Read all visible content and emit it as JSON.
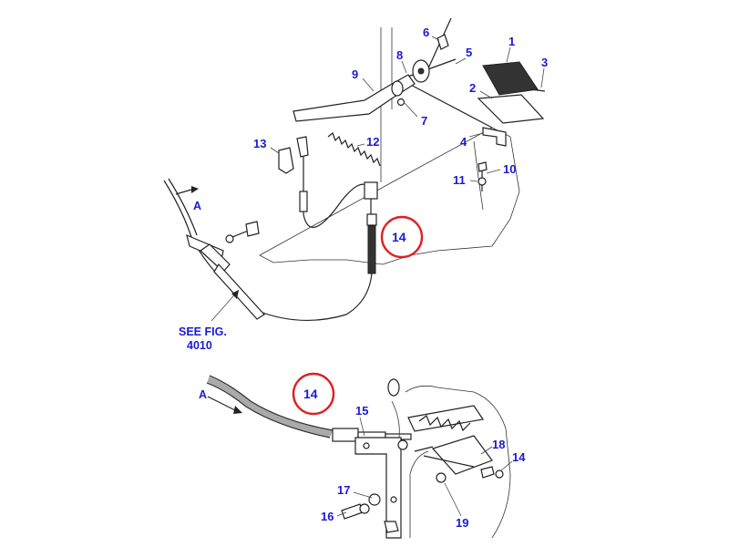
{
  "callouts": {
    "c1": "1",
    "c2": "2",
    "c3": "3",
    "c4": "4",
    "c5": "5",
    "c6": "6",
    "c7": "7",
    "c8": "8",
    "c9": "9",
    "c10": "10",
    "c11": "11",
    "c12": "12",
    "c13": "13",
    "c14_upper": "14",
    "c14_lower": "14",
    "c14_right": "14",
    "c15": "15",
    "c16": "16",
    "c17": "17",
    "c18": "18",
    "c19": "19"
  },
  "direction_upper": "A",
  "direction_lower": "A",
  "see_fig_line1": "SEE FIG.",
  "see_fig_line2": "4010",
  "colors": {
    "callout_text": "#1a1ad6",
    "highlight_circle": "#e02020",
    "line_art": "#222222"
  }
}
